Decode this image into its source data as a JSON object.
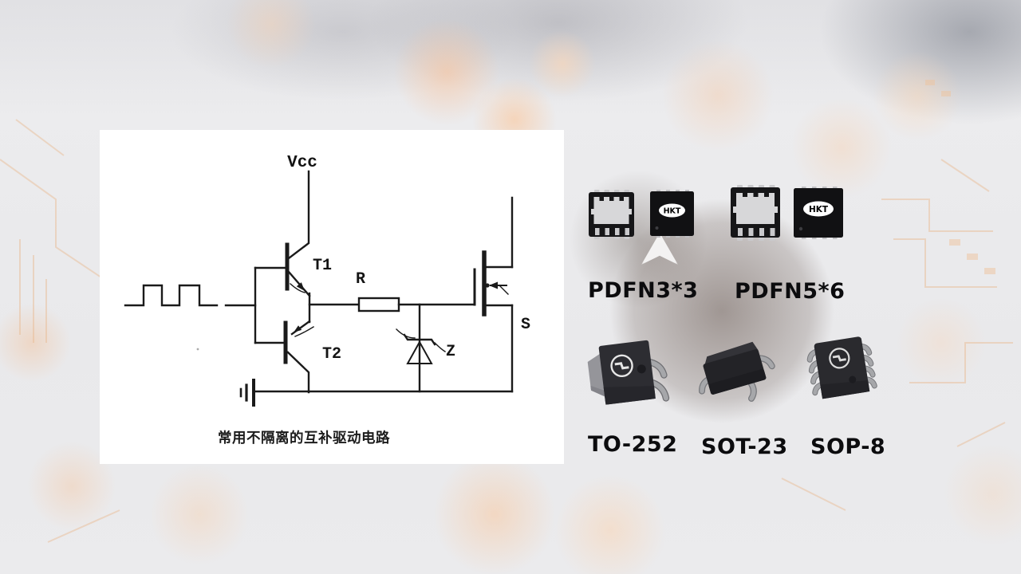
{
  "circuit": {
    "vcc_label": "Vcc",
    "t1_label": "T1",
    "t2_label": "T2",
    "resistor_label": "R",
    "zener_label": "Z",
    "source_label": "S",
    "caption": "常用不隔离的互补驱动电路"
  },
  "packages": {
    "logo_text": "HKT",
    "row1": [
      {
        "label": "PDFN3*3"
      },
      {
        "label": "PDFN5*6"
      }
    ],
    "row2": [
      {
        "label": "TO-252"
      },
      {
        "label": "SOT-23"
      },
      {
        "label": "SOP-8"
      }
    ]
  },
  "colors": {
    "panel_bg": "#ffffff",
    "circuit_line": "#1a1a1a",
    "label_text": "#0c0c0e",
    "chip_body": "#161618",
    "chip_pad": "#d7d7d9",
    "lead_gray": "#a6a7aa",
    "bokeh_orange": "#f6cfae"
  }
}
